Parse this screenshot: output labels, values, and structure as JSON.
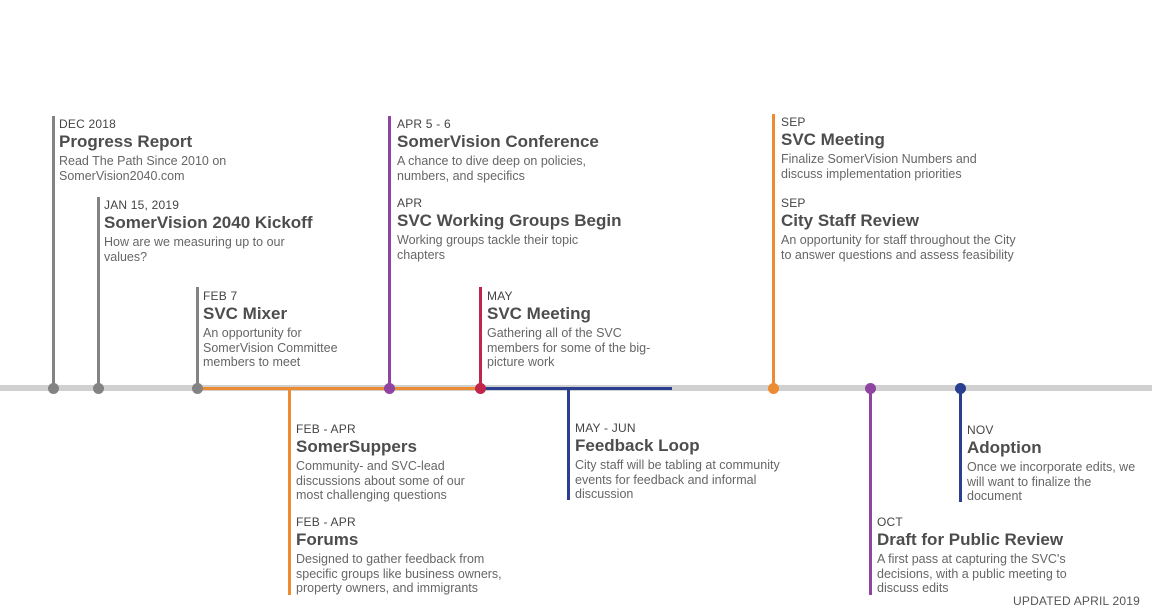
{
  "colors": {
    "gray": "#838383",
    "axis": "#d0d0d0",
    "orange": "#ed8b33",
    "purple": "#8e44a0",
    "crimson": "#c0254a",
    "navy": "#2a3f8f"
  },
  "events": [
    {
      "date": "DEC 2018",
      "title": "Progress Report",
      "desc": "Read The Path Since 2010 on SomerVision2040.com"
    },
    {
      "date": "JAN 15, 2019",
      "title": "SomerVision 2040 Kickoff",
      "desc": "How are we measuring up to our values?"
    },
    {
      "date": "FEB 7",
      "title": "SVC Mixer",
      "desc": "An opportunity for SomerVision Committee members to meet"
    },
    {
      "date": "FEB - APR",
      "title": "SomerSuppers",
      "desc": "Community- and SVC-lead discussions about some of our most challenging questions"
    },
    {
      "date": "FEB - APR",
      "title": "Forums",
      "desc": "Designed to gather feedback from specific groups like business owners, property owners, and immigrants"
    },
    {
      "date": "APR 5 - 6",
      "title": "SomerVision Conference",
      "desc": "A chance to dive deep on policies, numbers, and specifics"
    },
    {
      "date": "APR",
      "title": "SVC Working Groups Begin",
      "desc": "Working groups tackle their topic chapters"
    },
    {
      "date": "MAY",
      "title": "SVC Meeting",
      "desc": "Gathering all of the SVC members for some of the big-picture work"
    },
    {
      "date": "MAY - JUN",
      "title": "Feedback Loop",
      "desc": "City staff will be tabling at community events for feedback and informal discussion"
    },
    {
      "date": "SEP",
      "title": "SVC Meeting",
      "desc": "Finalize SomerVision Numbers and discuss implementation priorities"
    },
    {
      "date": "SEP",
      "title": "City Staff Review",
      "desc": "An opportunity for staff throughout the City to answer questions and assess feasibility"
    },
    {
      "date": "OCT",
      "title": "Draft for Public Review",
      "desc": "A first pass at capturing the SVC's decisions, with a public meeting to discuss edits"
    },
    {
      "date": "NOV",
      "title": "Adoption",
      "desc": "Once we incorporate edits, we will want to finalize the document"
    }
  ],
  "footer": "UPDATED APRIL 2019"
}
